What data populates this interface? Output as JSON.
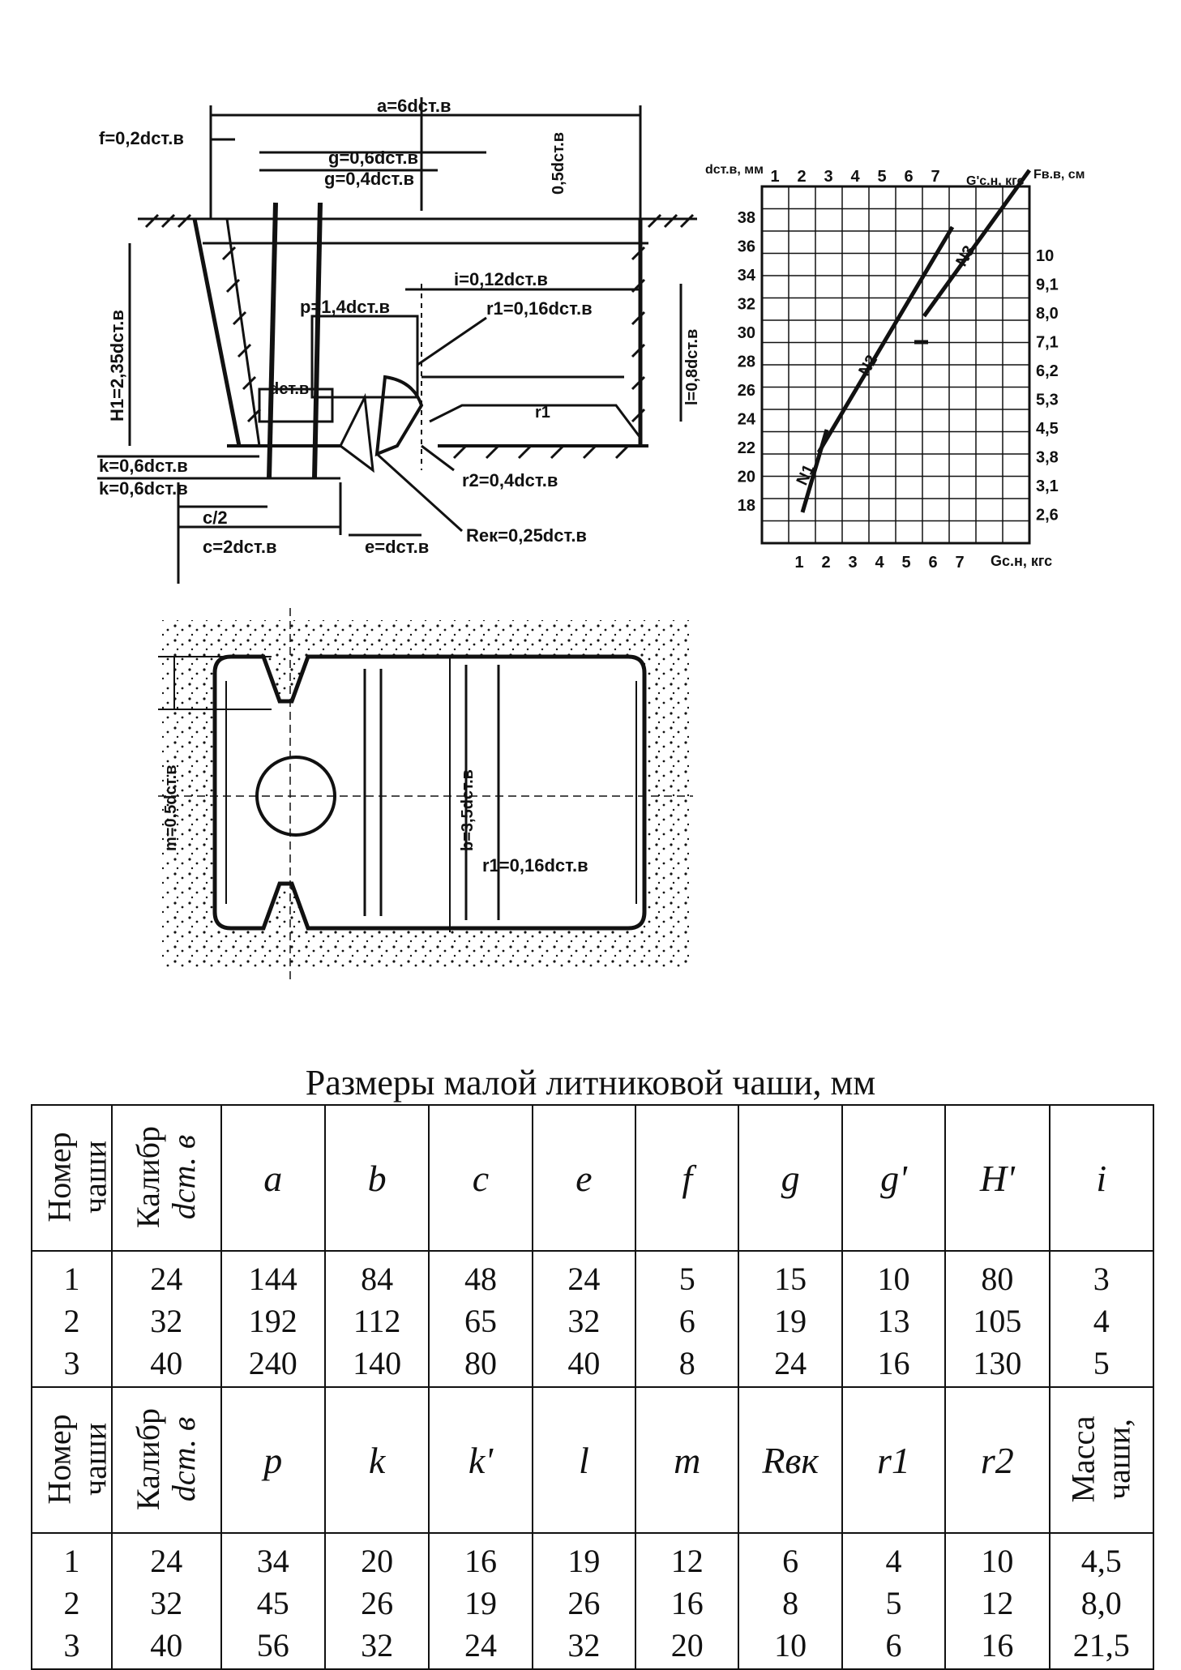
{
  "diagram": {
    "labels": {
      "a": "a=6dст.в",
      "f": "f=0,2dст.в",
      "g1": "g=0,6dст.в",
      "g2": "g=0,4dст.в",
      "half": "0,5dст.в",
      "i": "i=0,12dст.в",
      "p": "p=1,4dст.в",
      "r1": "r1=0,16dст.в",
      "H": "H1=2,35dст.в",
      "l": "l=0,8dст.в",
      "dst": "dст.в",
      "rr": "r1",
      "k1": "k=0,6dст.в",
      "k2": "k=0,6dст.в",
      "r2": "r2=0,4dст.в",
      "c2": "c/2",
      "Rek": "Rек=0,25dст.в",
      "c": "c=2dст.в",
      "e": "e=dст.в",
      "m": "m=0,5dст.в",
      "b": "b=3,5dст.в",
      "r1b": "r1=0,16dст.в"
    },
    "nomogram": {
      "y_axis_label": "dст.в, мм",
      "top_axis_label": "G'с.н, кгс",
      "right_axis_label": "Fв.в, см",
      "bottom_axis_label": "Gс.н, кгс",
      "y_ticks": [
        "38",
        "36",
        "34",
        "32",
        "30",
        "28",
        "26",
        "24",
        "22",
        "20",
        "18"
      ],
      "right_ticks": [
        "10",
        "9,1",
        "8,0",
        "7,1",
        "6,2",
        "5,3",
        "4,5",
        "3,8",
        "3,1",
        "2,6"
      ],
      "top_ticks": [
        "1",
        "2",
        "3",
        "4",
        "5",
        "6",
        "7"
      ],
      "bottom_ticks": [
        "1",
        "2",
        "3",
        "4",
        "5",
        "6",
        "7"
      ],
      "curve_labels": [
        "N1",
        "N2",
        "N3"
      ]
    }
  },
  "caption": "Размеры малой литниковой чаши, мм",
  "table1": {
    "headers": [
      {
        "line1": "Номер",
        "line2": "чаши"
      },
      {
        "line1": "Калибр",
        "line2": "dст. в"
      },
      "a",
      "b",
      "c",
      "e",
      "f",
      "g",
      "g'",
      "H'",
      "i"
    ],
    "rows": [
      [
        "1",
        "2",
        "3"
      ],
      [
        "24",
        "32",
        "40"
      ],
      [
        "144",
        "192",
        "240"
      ],
      [
        "84",
        "112",
        "140"
      ],
      [
        "48",
        "65",
        "80"
      ],
      [
        "24",
        "32",
        "40"
      ],
      [
        "5",
        "6",
        "8"
      ],
      [
        "15",
        "19",
        "24"
      ],
      [
        "10",
        "13",
        "16"
      ],
      [
        "80",
        "105",
        "130"
      ],
      [
        "3",
        "4",
        "5"
      ]
    ]
  },
  "table2": {
    "headers": [
      {
        "line1": "Номер",
        "line2": "чаши"
      },
      {
        "line1": "Калибр",
        "line2": "dст. в"
      },
      "p",
      "k",
      "k'",
      "l",
      "m",
      "Rвк",
      "r1",
      "r2",
      {
        "line1": "Масса",
        "line2": "чаши,"
      }
    ],
    "rows": [
      [
        "1",
        "2",
        "3"
      ],
      [
        "24",
        "32",
        "40"
      ],
      [
        "34",
        "45",
        "56"
      ],
      [
        "20",
        "26",
        "32"
      ],
      [
        "16",
        "19",
        "24"
      ],
      [
        "19",
        "26",
        "32"
      ],
      [
        "12",
        "16",
        "20"
      ],
      [
        "6",
        "8",
        "10"
      ],
      [
        "4",
        "5",
        "6"
      ],
      [
        "10",
        "12",
        "16"
      ],
      [
        "4,5",
        "8,0",
        "21,5"
      ]
    ]
  }
}
